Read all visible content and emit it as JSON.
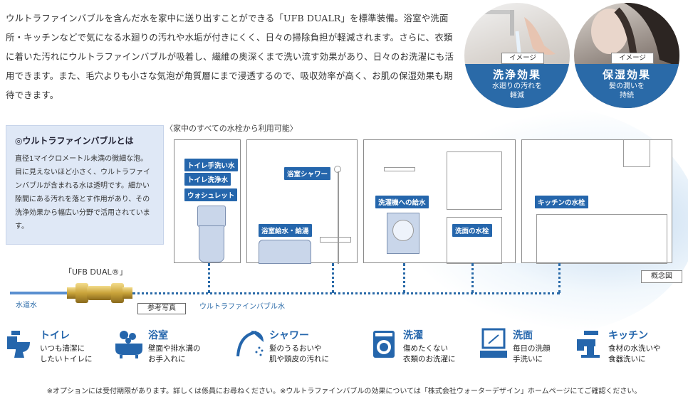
{
  "intro": {
    "text": "ウルトラファインバブルを含んだ水を家中に送り出すことができる「UFB DUALR」を標準装備。浴室や洗面所・キッチンなどで気になる水廻りの汚れや水垢が付きにくく、日々の掃除負担が軽減されます。さらに、衣類に着いた汚れにウルトラファインバブルが吸着し、繊維の奥深くまで洗い流す効果があり、日々のお洗濯にも活用できます。また、毛穴よりも小さな気泡が角質層にまで浸透するので、吸収効率が高く、お肌の保湿効果も期待できます。"
  },
  "circles": [
    {
      "tag": "イメージ",
      "title": "洗浄効果",
      "sub1": "水廻りの汚れを",
      "sub2": "軽減"
    },
    {
      "tag": "イメージ",
      "title": "保湿効果",
      "sub1": "髪の潤いを",
      "sub2": "持続"
    }
  ],
  "infobox": {
    "title": "◎ウルトラファインバブルとは",
    "body": "直径1マイクロメートル未満の微細な泡。目に見えないほど小さく、ウルトラファインバブルが含まれる水は透明です。細かい隙間にある汚れを落とす作用があり、その洗浄効果から幅広い分野で活用されています。"
  },
  "scene": {
    "heading": "〈家中のすべての水栓から利用可能〉",
    "tags": {
      "toilet_wash": "トイレ手洗い水",
      "toilet_clean": "トイレ洗浄水",
      "washlet": "ウォシュレット",
      "bath_supply": "浴室給水・給湯",
      "shower": "浴室シャワー",
      "washer": "洗濯機への給水",
      "basin": "洗面の水栓",
      "kitchen": "キッチンの水栓"
    },
    "concept": "概念図"
  },
  "device": {
    "name": "「UFB DUAL®」",
    "water_in": "水道水",
    "photo_note": "参考写真",
    "water_out": "ウルトラファインバブル水"
  },
  "features": [
    {
      "icon": "toilet-icon",
      "title": "トイレ",
      "line1": "いつも清潔に",
      "line2": "したいトイレに"
    },
    {
      "icon": "bathtub-icon",
      "title": "浴室",
      "line1": "壁面や排水溝の",
      "line2": "お手入れに"
    },
    {
      "icon": "shower-icon",
      "title": "シャワー",
      "line1": "髪のうるおいや",
      "line2": "肌や頭皮の汚れに"
    },
    {
      "icon": "washing-machine-icon",
      "title": "洗濯",
      "line1": "傷めたくない",
      "line2": "衣類のお洗濯に"
    },
    {
      "icon": "mirror-basin-icon",
      "title": "洗面",
      "line1": "毎日の洗顔",
      "line2": "手洗いに"
    },
    {
      "icon": "faucet-icon",
      "title": "キッチン",
      "line1": "食材の水洗いや",
      "line2": "食器洗いに"
    }
  ],
  "footnote": "※オプションには受付期限があります。詳しくは係員にお尋ねください。※ウルトラファインバブルの効果については「株式会社ウォーターデザイン」ホームページにてご確認ください。",
  "colors": {
    "accent": "#2566ac",
    "box": "#dfe8f6"
  }
}
